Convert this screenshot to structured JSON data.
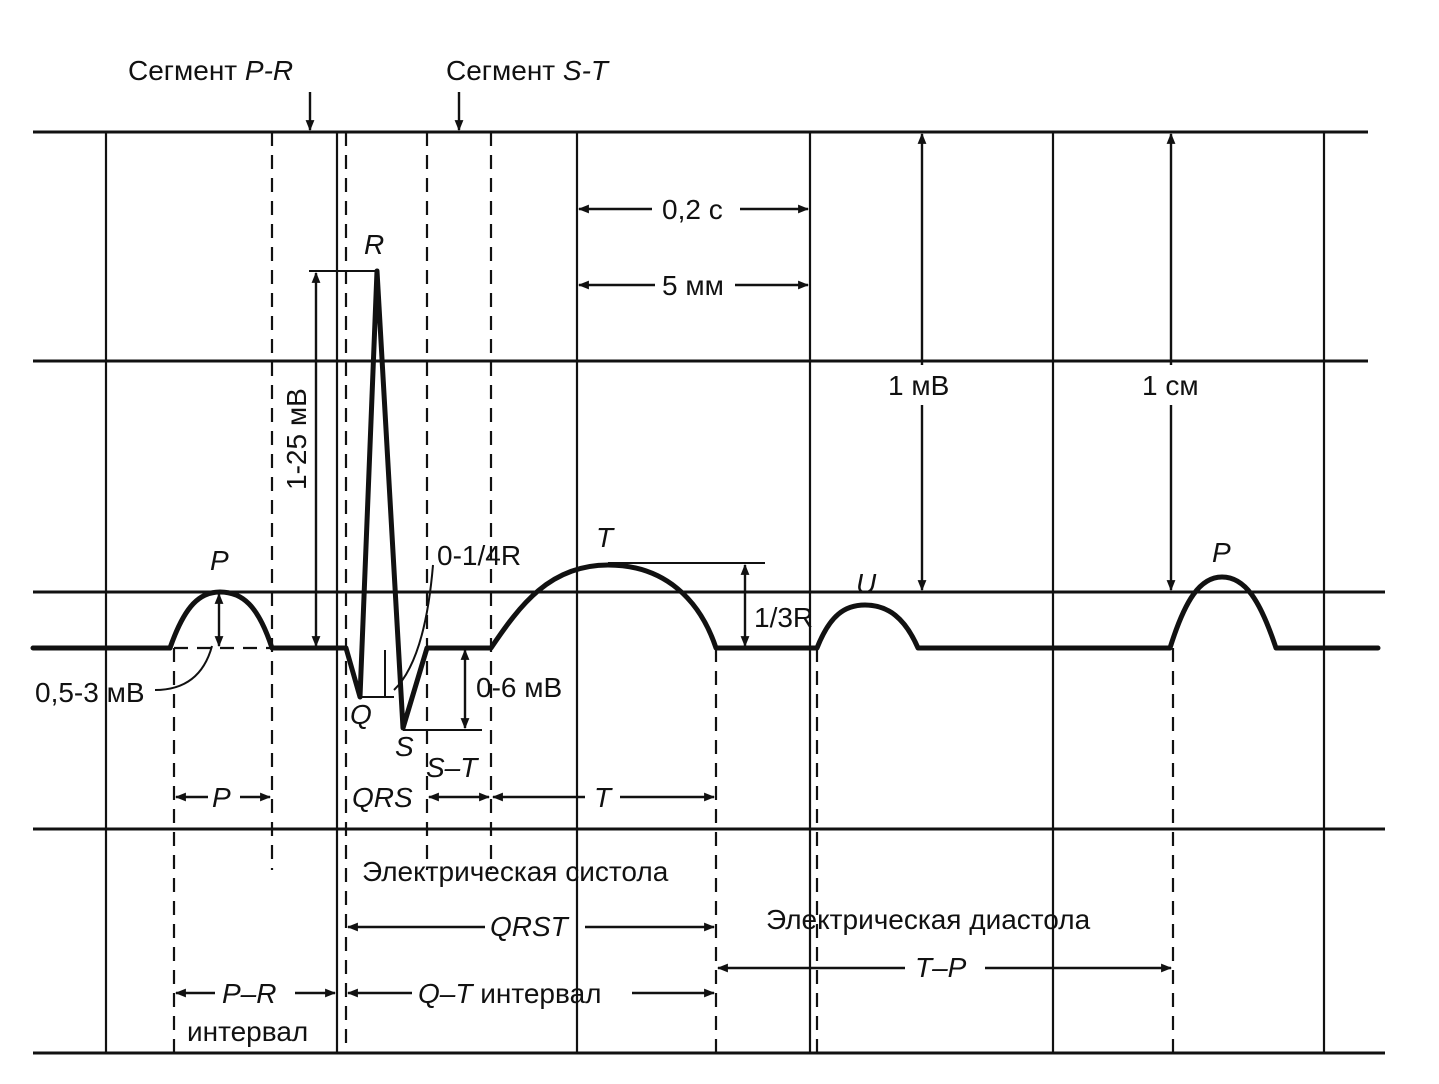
{
  "labels": {
    "segment_pr_word": "Сегмент",
    "segment_pr": "P-R",
    "segment_st_word": "Сегмент",
    "segment_st": "S-T",
    "r_wave": "R",
    "p_wave": "P",
    "p_wave_2": "P",
    "t_wave": "T",
    "u_wave": "U",
    "q_wave": "Q",
    "s_wave": "S",
    "time_02": "0,2 с",
    "five_mm": "5 мм",
    "one_mv": "1 мВ",
    "one_cm": "1 см",
    "r_amplitude": "1-25 мВ",
    "q_depth": "0-1/4R",
    "t_height": "1/3R",
    "s_depth": "0-6 мВ",
    "p_amplitude": "0,5-3 мВ",
    "p_duration": "P",
    "qrs_duration": "QRS",
    "st_duration": "S–T",
    "t_duration": "T",
    "systole": "Электрическая систола",
    "qrst": "QRST",
    "diastole": "Электрическая диастола",
    "tp": "T–P",
    "pr_interval_top": "P–R",
    "pr_interval_bottom": "интервал",
    "qt_interval_letters": "Q–T",
    "qt_interval_word": "интервал"
  }
}
